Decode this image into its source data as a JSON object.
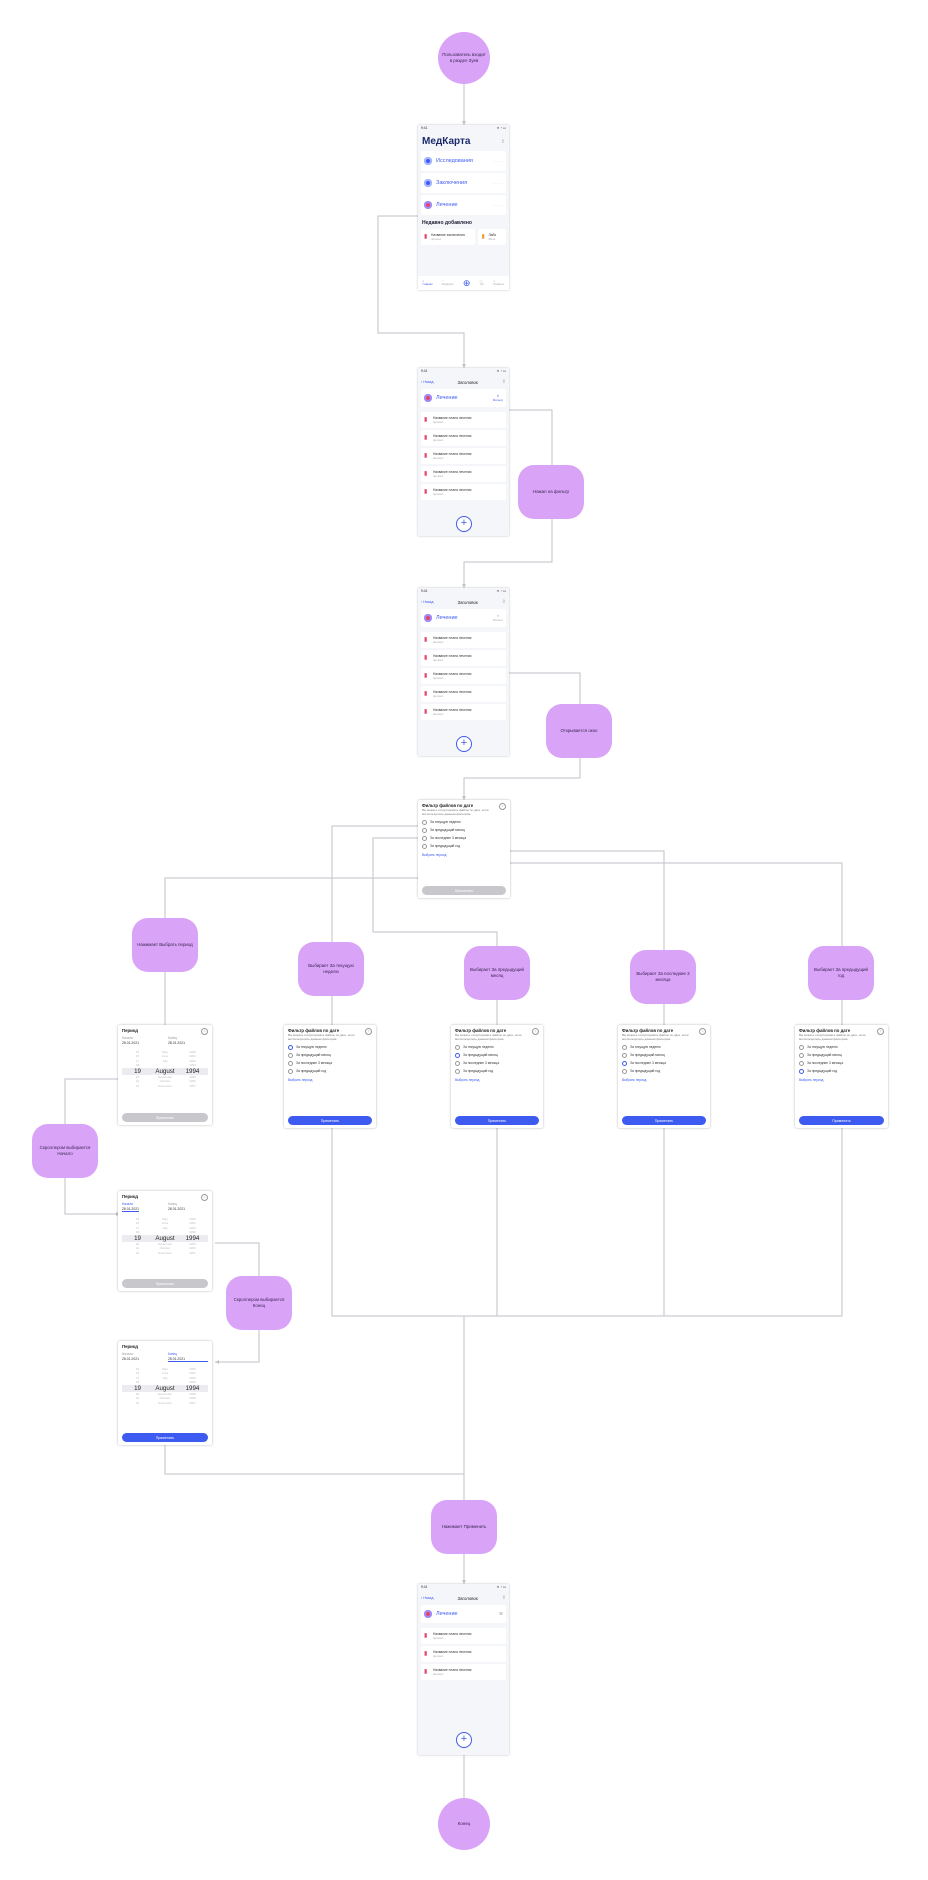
{
  "nodes": {
    "start": "Пользователь входит в раздел Зуев",
    "tap_filter": "Нажал на фильтр",
    "opens_window": "Открывается окно",
    "choose_period": "Нажимает Выбрать период",
    "this_week": "Выбирает За текущую неделю",
    "prev_month": "Выбирает За предыдущий месяц",
    "last3": "Выбирает За последние 3 месяца",
    "prev_year": "Выбирает За предыдущий год",
    "scroll_start": "Скроллером выбирается Начало",
    "scroll_end": "Скроллером выбирается Конец",
    "apply": "Нажимает Применить",
    "end": "Конец"
  },
  "home": {
    "time": "9:41",
    "title": "МедКарта",
    "categories": [
      "Исследования",
      "Заключения",
      "Лечение"
    ],
    "dots": "· · · · ·",
    "recent_title": "Недавно добавлено",
    "recent_items": [
      {
        "title": "Название заключения",
        "sub": "филиал"
      },
      {
        "title": "Лабо",
        "sub": "Фили"
      }
    ],
    "tabs": [
      "Главная",
      "МедКарта",
      "",
      "Чат",
      "Профиль"
    ]
  },
  "list": {
    "time": "9:41",
    "back": "Назад",
    "title": "Заголовок",
    "category": "Лечение",
    "filter_caption": "Фильтр",
    "file_title": "Название плана лечения",
    "file_sub": "филиал"
  },
  "filter": {
    "title": "Фильтр файлов по дате",
    "description": "Вы можете отсортировать файлы по дате, если воспользуетесь данным фильтром.",
    "options": [
      "За текущую неделю",
      "За предыдущий месяц",
      "За последние 3 месяца",
      "За предыдущий год"
    ],
    "link": "Выбрать период",
    "apply": "Применить"
  },
  "period": {
    "title": "Период",
    "start_label": "Начало",
    "end_label": "Конец",
    "start_value": "28.01.2021",
    "end_value": "28.01.2021",
    "wheel_rows": [
      [
        "15",
        "May",
        "1990"
      ],
      [
        "16",
        "June",
        "1991"
      ],
      [
        "17",
        "July",
        "1992"
      ],
      [
        "18",
        "",
        "1993"
      ],
      [
        "19",
        "August",
        "1994"
      ],
      [
        "20",
        "September",
        "1995"
      ],
      [
        "21",
        "October",
        "1996"
      ],
      [
        "22",
        "November",
        "1997"
      ]
    ],
    "selected_row": 4,
    "apply": "Применить"
  },
  "colors": {
    "node": "#d9a3f7",
    "accent": "#3d5af1",
    "line": "#c2c2c8"
  }
}
